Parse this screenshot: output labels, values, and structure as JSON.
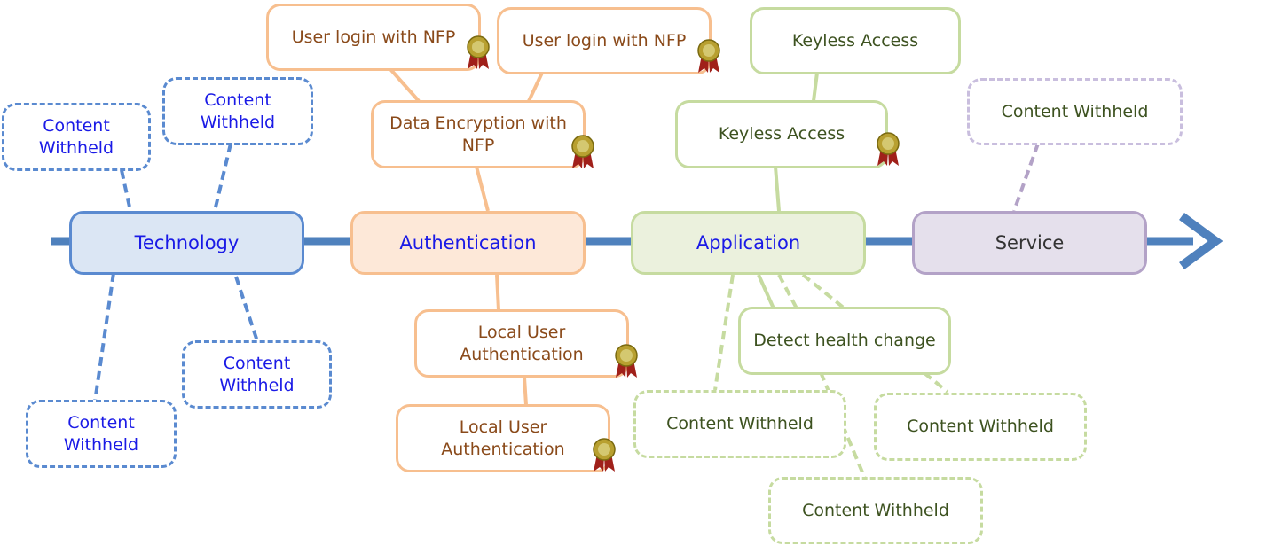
{
  "main_topics": {
    "technology": "Technology",
    "authentication": "Authentication",
    "application": "Application",
    "service": "Service"
  },
  "technology_branches": {
    "top_left": [
      "Content",
      "Withheld"
    ],
    "top_right": [
      "Content",
      "Withheld"
    ],
    "bottom_right": [
      "Content",
      "Withheld"
    ],
    "bottom_left": [
      "Content",
      "Withheld"
    ]
  },
  "authentication_branches": {
    "login_1": "User login with NFP",
    "login_2": "User login with NFP",
    "encryption": [
      "Data Encryption with",
      "NFP"
    ],
    "local_auth_1": [
      "Local User",
      "Authentication"
    ],
    "local_auth_2": [
      "Local User",
      "Authentication"
    ]
  },
  "application_branches": {
    "keyless_1": "Keyless Access",
    "keyless_2": "Keyless Access",
    "health": "Detect health change",
    "withheld_left": "Content Withheld",
    "withheld_right": "Content Withheld",
    "withheld_bottom": "Content Withheld"
  },
  "service_branches": {
    "withheld": "Content Withheld"
  },
  "colors": {
    "spine": "#4f81bd",
    "technology": "#5a8ad0",
    "authentication": "#f7bf8f",
    "application": "#c6dba0",
    "service": "#b3a2c7",
    "badge_medal": "#b8a030",
    "badge_ribbon": "#a0201a"
  },
  "icons": [
    "award-ribbon-icon"
  ]
}
